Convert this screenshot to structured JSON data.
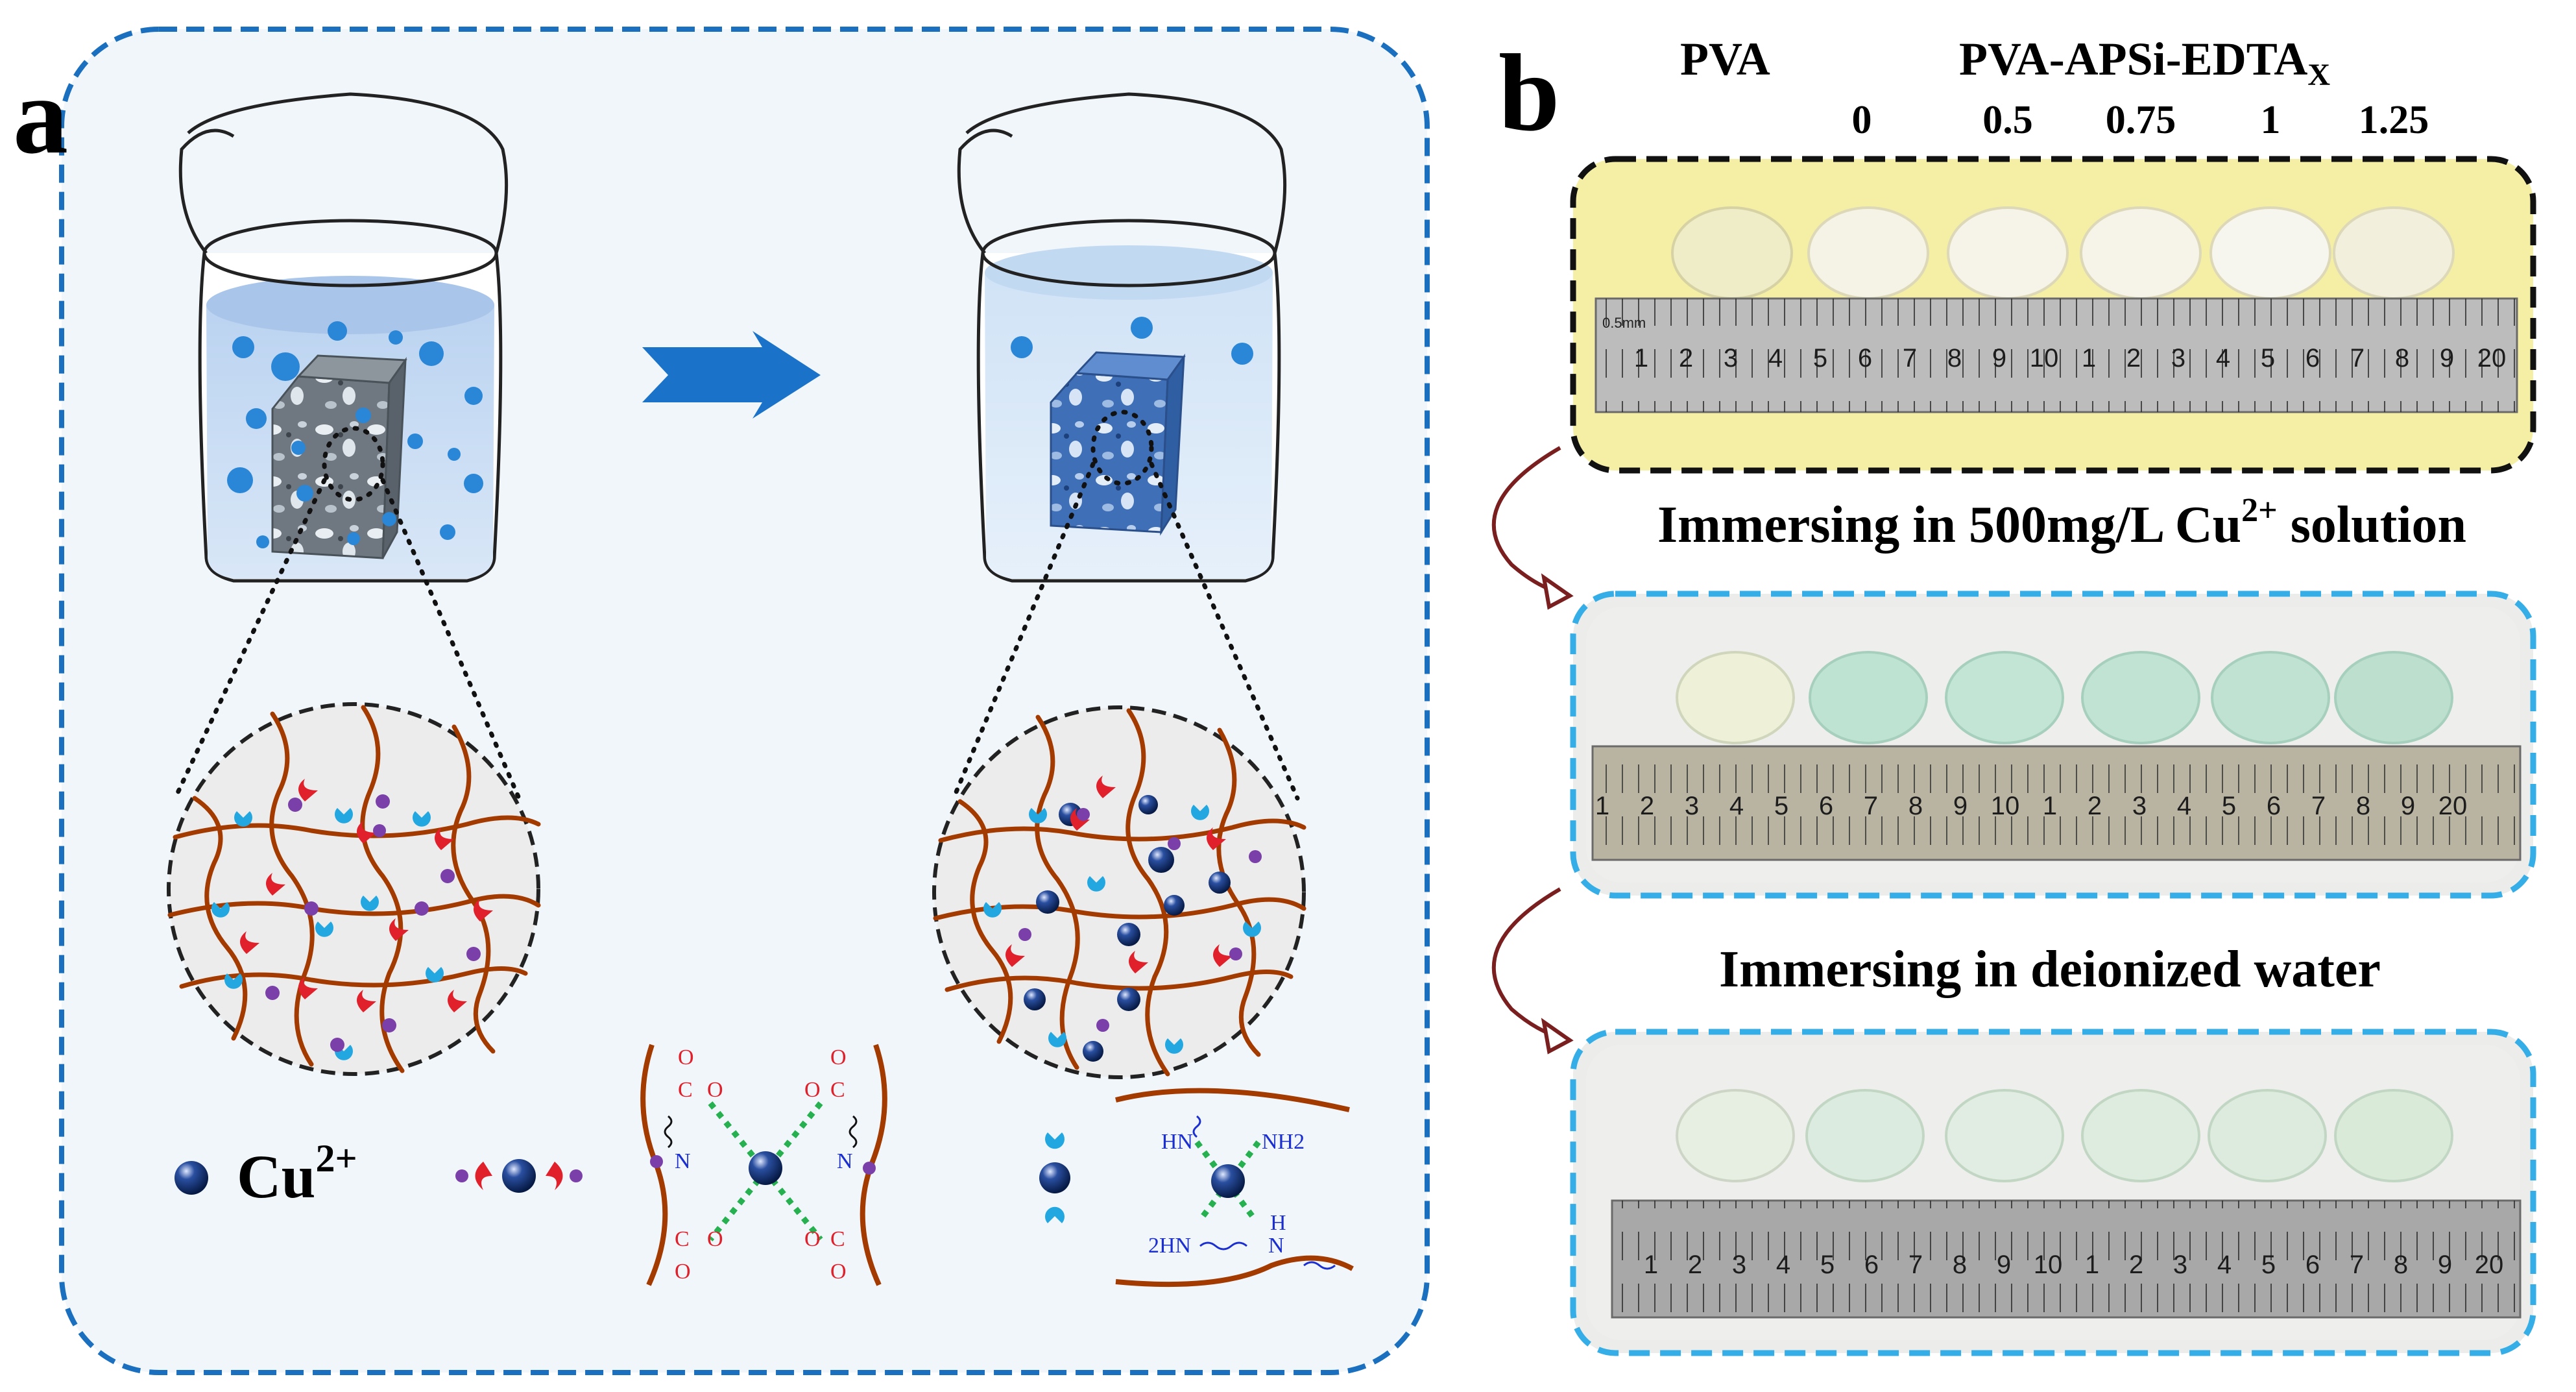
{
  "panel_a": {
    "label": "a",
    "legend": {
      "cu_label": "Cu",
      "cu_charge": "2+",
      "edta_o_labels": [
        "O",
        "O",
        "O",
        "O",
        "O",
        "O",
        "O",
        "O"
      ],
      "edta_c_labels": [
        "C",
        "C",
        "C",
        "C"
      ],
      "edta_n_labels": [
        "N",
        "N"
      ],
      "aps_labels": [
        "HN",
        "NH2",
        "2HN",
        "N",
        "H"
      ]
    }
  },
  "panel_b": {
    "label": "b",
    "header": {
      "pva": "PVA",
      "series_prefix": "PVA-APSi-EDTA",
      "series_subscript": "X",
      "values": [
        "0",
        "0.5",
        "0.75",
        "1",
        "1.25"
      ]
    },
    "step1": "Immersing in 500mg/L Cu",
    "step1_charge": "2+",
    "step1_tail": " solution",
    "step2": "Immersing in deionized water",
    "ruler_numbers": [
      "1",
      "2",
      "3",
      "4",
      "5",
      "6",
      "7",
      "8",
      "9",
      "10",
      "1",
      "2",
      "3",
      "4",
      "5",
      "6",
      "7",
      "8",
      "9",
      "20"
    ],
    "ruler_unit": "0.5mm"
  },
  "colors": {
    "panel_a_border": "#1b6fbf",
    "panel_a_bg": "#f1f6fb",
    "panel_b_box1_border": "#111111",
    "panel_b_box2_border": "#35aee8",
    "arrow": "#1a73c8",
    "polymer": "#a33a00",
    "cu_ion": "#0f2e6a",
    "blue_dot": "#2a86d6",
    "red_ligand": "#e0202a",
    "cyan_ligand": "#22a7e0",
    "purple_node": "#7a3fa8"
  }
}
